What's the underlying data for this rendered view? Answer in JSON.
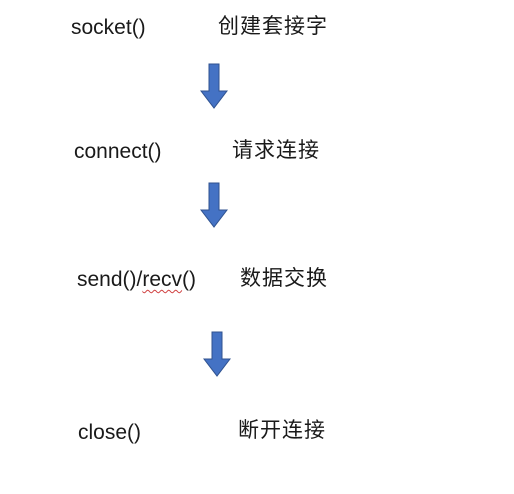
{
  "steps": [
    {
      "func": "socket()",
      "desc": "创建套接字"
    },
    {
      "func": "connect()",
      "desc": "请求连接"
    },
    {
      "func_a": "send()/",
      "func_b": "recv",
      "func_c": "()",
      "desc": "数据交换"
    },
    {
      "func": "close()",
      "desc": "断开连接"
    }
  ],
  "colors": {
    "arrow_fill": "#4472c4",
    "arrow_stroke": "#2f528f",
    "text": "#1a1a1a",
    "spellcheck_underline": "#d04040"
  },
  "icons": {
    "connector": "down-arrow-icon"
  }
}
